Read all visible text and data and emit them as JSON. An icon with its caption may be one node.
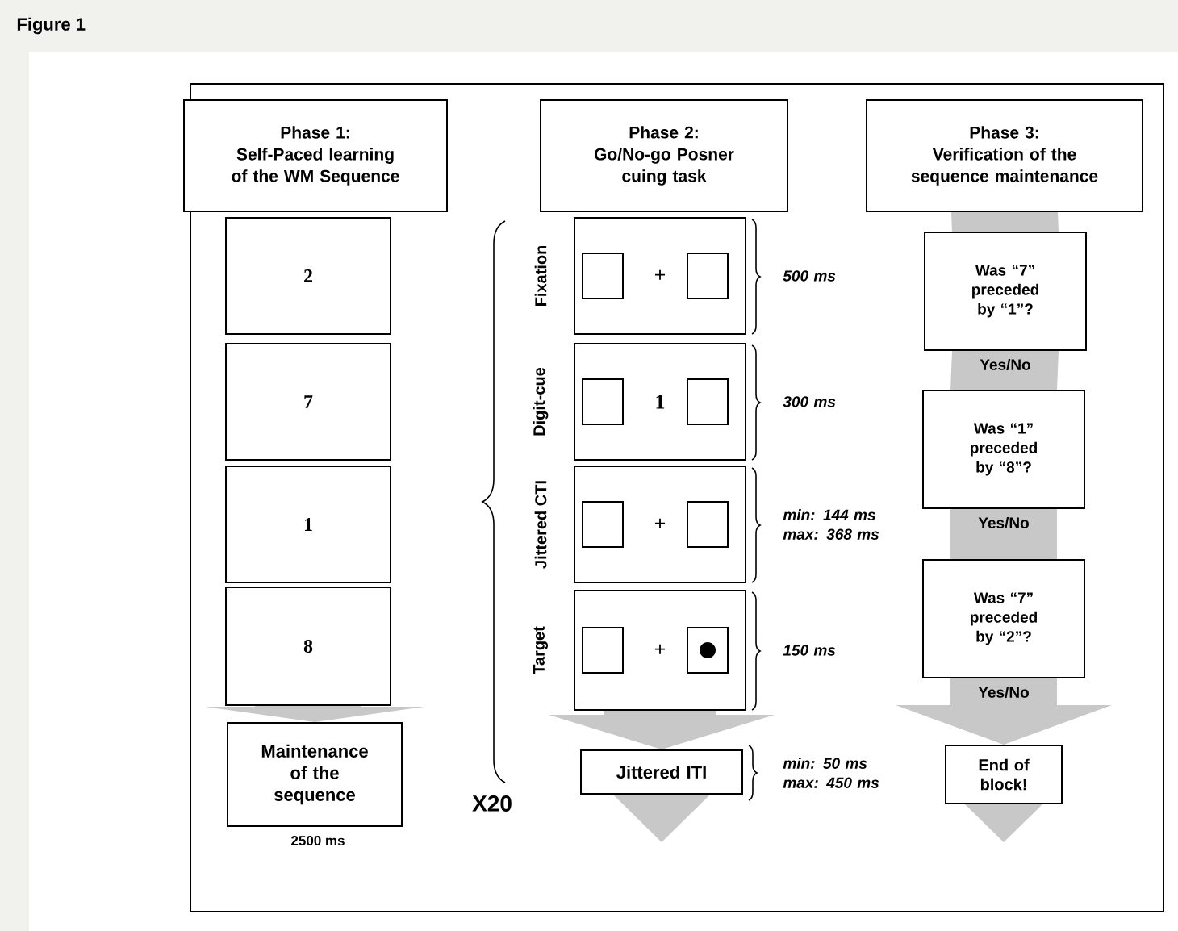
{
  "diagram": {
    "title": "Figure 1",
    "nodes": [
      {
        "text": [
          "Phase 1:",
          "Self-Paced learning of the WM Sequence"
        ]
      },
      {
        "text": [
          "2"
        ]
      },
      {
        "text": [
          "7"
        ]
      },
      {
        "text": [
          "1"
        ]
      },
      {
        "text": [
          "8"
        ]
      },
      {
        "text": [
          "Maintenance of the sequence"
        ],
        "beside": [
          "2500 ms"
        ]
      },
      {
        "text": [
          "Phase 2:",
          "Go/No-go Posner cuing task"
        ]
      },
      {
        "text": [
          "+"
        ],
        "beside": [
          "Fixation",
          "500 ms"
        ]
      },
      {
        "text": [
          "1"
        ],
        "beside": [
          "Digit-cue",
          "300 ms"
        ]
      },
      {
        "text": [
          "+"
        ],
        "beside": [
          "Jittered CTI",
          "min: 144 ms max: 368 ms"
        ]
      },
      {
        "text": [
          "+"
        ],
        "beside": [
          "Target",
          "150 ms"
        ]
      },
      {
        "text": [
          "Jittered ITI"
        ],
        "beside": [
          "min: 50 ms max: 450 ms"
        ]
      },
      {
        "text": [
          "Phase 3:",
          "Verification of the sequence maintenance"
        ]
      },
      {
        "text": [
          "Was “7” preceded by “1”?"
        ]
      },
      {
        "text": [
          "Was “1” preceded by “8”?"
        ]
      },
      {
        "text": [
          "Was “7” preceded by “2”?"
        ]
      },
      {
        "text": [
          "End of block!"
        ]
      }
    ],
    "edges": [
      {
        "from": 4,
        "to": 5,
        "arrow": "to"
      },
      {
        "from": 10,
        "to": 11,
        "arrow": "to"
      },
      {
        "from": 11,
        "to": null,
        "arrow": "to"
      },
      {
        "from": 12,
        "to": 13,
        "arrow": "none"
      },
      {
        "from": 13,
        "to": 14,
        "arrow": "none",
        "label": "Yes/No"
      },
      {
        "from": 14,
        "to": 15,
        "arrow": "none",
        "label": "Yes/No"
      },
      {
        "from": 15,
        "to": 16,
        "arrow": "to",
        "label": "Yes/No"
      },
      {
        "from": 16,
        "to": null,
        "arrow": "to"
      }
    ],
    "labels": [
      "X20"
    ]
  }
}
